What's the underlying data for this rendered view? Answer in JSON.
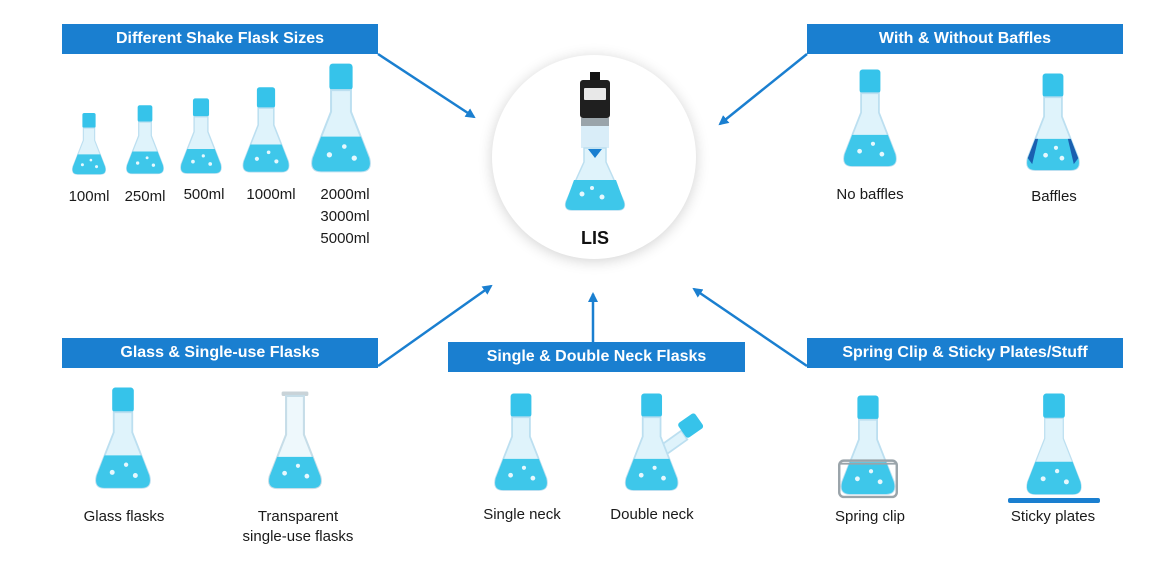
{
  "center": {
    "label": "LIS"
  },
  "sections": {
    "sizes": {
      "title": "Different Shake Flask Sizes",
      "items": [
        "100ml",
        "250ml",
        "500ml",
        "1000ml",
        "2000ml",
        "3000ml",
        "5000ml"
      ]
    },
    "baffles": {
      "title": "With & Without Baffles",
      "items": [
        "No baffles",
        "Baffles"
      ]
    },
    "glass": {
      "title": "Glass & Single-use Flasks",
      "items": [
        "Glass flasks",
        "Transparent",
        "single-use flasks"
      ]
    },
    "neck": {
      "title": "Single & Double Neck Flasks",
      "items": [
        "Single neck",
        "Double neck"
      ]
    },
    "clip": {
      "title": "Spring Clip & Sticky Plates/Stuff",
      "items": [
        "Spring clip",
        "Sticky plates"
      ]
    }
  },
  "colors": {
    "banner": "#1a7fd0",
    "arrow": "#1a7fd0",
    "liquid": "#3ec7ea",
    "cap": "#36c3ea",
    "glass": "#dff3fb"
  }
}
